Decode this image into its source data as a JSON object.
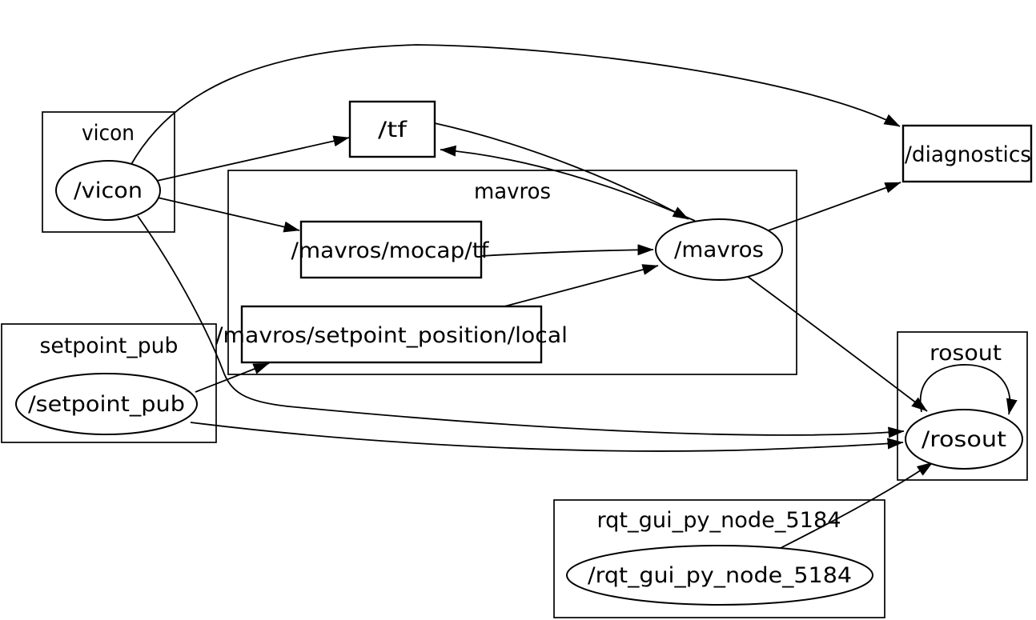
{
  "graph": {
    "title": "ros node graph",
    "colors": {
      "background": "#ffffff",
      "line": "#000000",
      "text": "#000000"
    },
    "clusters": [
      {
        "id": "vicon",
        "label": "vicon"
      },
      {
        "id": "mavros",
        "label": "mavros"
      },
      {
        "id": "setpoint_pub",
        "label": "setpoint_pub"
      },
      {
        "id": "rosout",
        "label": "rosout"
      },
      {
        "id": "rqt_gui_py_node_5184",
        "label": "rqt_gui_py_node_5184"
      }
    ],
    "nodes": [
      {
        "id": "vicon",
        "label": "/vicon",
        "shape": "ellipse"
      },
      {
        "id": "tf",
        "label": "/tf",
        "shape": "box"
      },
      {
        "id": "mavros_mocap_tf",
        "label": "/mavros/mocap/tf",
        "shape": "box"
      },
      {
        "id": "mavros_setpoint_position_local",
        "label": "/mavros/setpoint_position/local",
        "shape": "box"
      },
      {
        "id": "mavros",
        "label": "/mavros",
        "shape": "ellipse"
      },
      {
        "id": "diagnostics",
        "label": "/diagnostics",
        "shape": "box"
      },
      {
        "id": "setpoint_pub",
        "label": "/setpoint_pub",
        "shape": "ellipse"
      },
      {
        "id": "rosout",
        "label": "/rosout",
        "shape": "ellipse"
      },
      {
        "id": "rqt_gui_py_node_5184",
        "label": "/rqt_gui_py_node_5184",
        "shape": "ellipse"
      }
    ],
    "edges": [
      {
        "from": "/vicon",
        "to": "/tf"
      },
      {
        "from": "/vicon",
        "to": "/mavros/mocap/tf"
      },
      {
        "from": "/vicon",
        "to": "/diagnostics"
      },
      {
        "from": "/vicon",
        "to": "/rosout"
      },
      {
        "from": "/mavros/mocap/tf",
        "to": "/mavros"
      },
      {
        "from": "/mavros/setpoint_position/local",
        "to": "/mavros"
      },
      {
        "from": "/setpoint_pub",
        "to": "/mavros/setpoint_position/local"
      },
      {
        "from": "/setpoint_pub",
        "to": "/rosout"
      },
      {
        "from": "/tf",
        "to": "/mavros"
      },
      {
        "from": "/mavros",
        "to": "/tf"
      },
      {
        "from": "/mavros",
        "to": "/diagnostics"
      },
      {
        "from": "/mavros",
        "to": "/rosout"
      },
      {
        "from": "/rqt_gui_py_node_5184",
        "to": "/rosout"
      },
      {
        "from": "/rosout",
        "to": "/rosout"
      }
    ]
  }
}
